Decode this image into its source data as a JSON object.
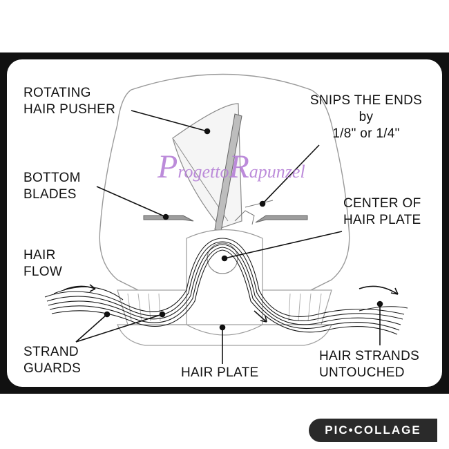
{
  "labels": {
    "rotating_hair_pusher": [
      "ROTATING",
      "HAIR PUSHER"
    ],
    "snips_the_ends": [
      "SNIPS THE ENDS",
      "by",
      "1/8\" or 1/4\""
    ],
    "bottom_blades": [
      "BOTTOM",
      "BLADES"
    ],
    "center_of_hair_plate": [
      "CENTER OF",
      "HAIR PLATE"
    ],
    "hair_flow": [
      "HAIR",
      "FLOW"
    ],
    "strand_guards": [
      "STRAND",
      "GUARDS"
    ],
    "hair_plate": "HAIR PLATE",
    "hair_strands_untouched": [
      "HAIR STRANDS",
      "UNTOUCHED"
    ]
  },
  "watermark": {
    "prefix_letter": "P",
    "prefix_rest": "rogetto",
    "initial": "R",
    "rest": "apunzel"
  },
  "badge": "PIC•COLLAGE",
  "colors": {
    "frame": "#111111",
    "watermark": "#b57fd6",
    "badge_bg": "#2a2a2a"
  }
}
